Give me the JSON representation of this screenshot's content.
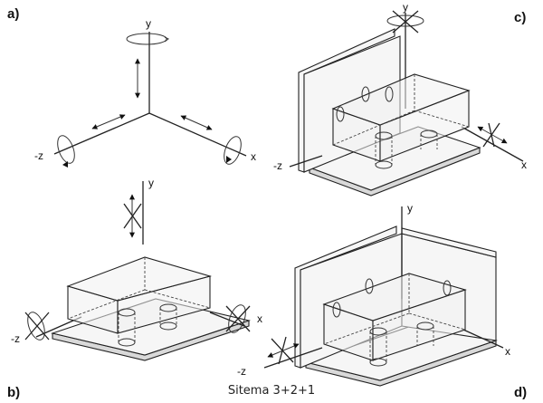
{
  "panels": {
    "a": {
      "label": "a)",
      "axes": {
        "y": "y",
        "z": "-z",
        "x": "x"
      }
    },
    "b": {
      "label": "b)",
      "axes": {
        "y": "y",
        "z": "-z",
        "x": "x"
      }
    },
    "c": {
      "label": "c)",
      "axes": {
        "y": "y",
        "z": "-z",
        "x": "x"
      }
    },
    "d": {
      "label": "d)",
      "axes": {
        "y": "y",
        "z": "-z",
        "x": "x"
      }
    }
  },
  "caption": "Sitema 3+2+1"
}
